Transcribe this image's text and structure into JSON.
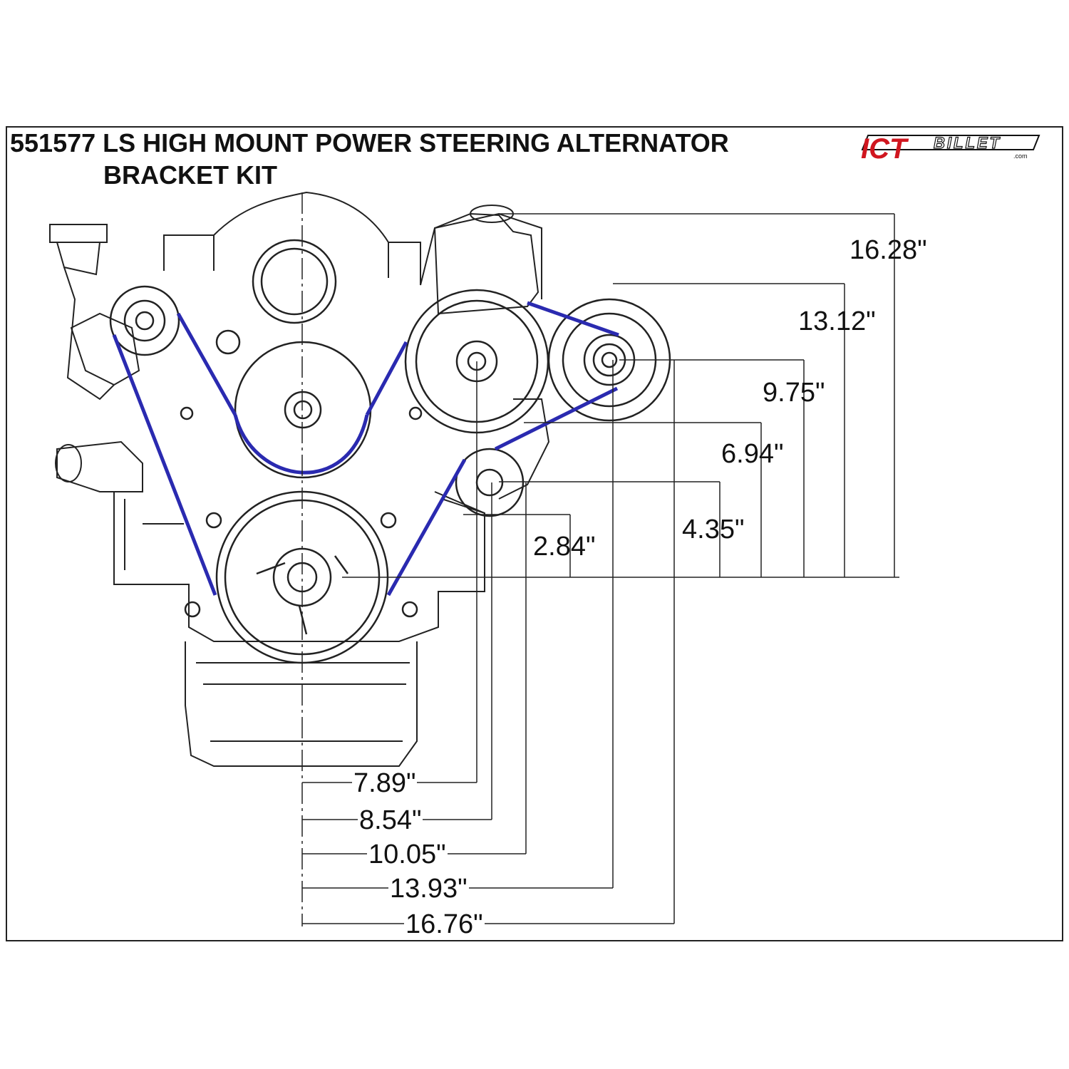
{
  "title": {
    "line1": "551577 LS HIGH MOUNT POWER STEERING ALTERNATOR",
    "line2": "BRACKET KIT"
  },
  "logo": {
    "brand_red": "ICT",
    "brand_word": "BILLET",
    "suffix": ".com",
    "accent_color": "#d0161f"
  },
  "colors": {
    "belt": "#2a2ab0",
    "line": "#222222"
  },
  "vertical_dimensions": [
    "16.28\"",
    "13.12\"",
    "9.75\"",
    "6.94\"",
    "4.35\"",
    "2.84\""
  ],
  "horizontal_dimensions": [
    "7.89\"",
    "8.54\"",
    "10.05\"",
    "13.93\"",
    "16.76\""
  ]
}
